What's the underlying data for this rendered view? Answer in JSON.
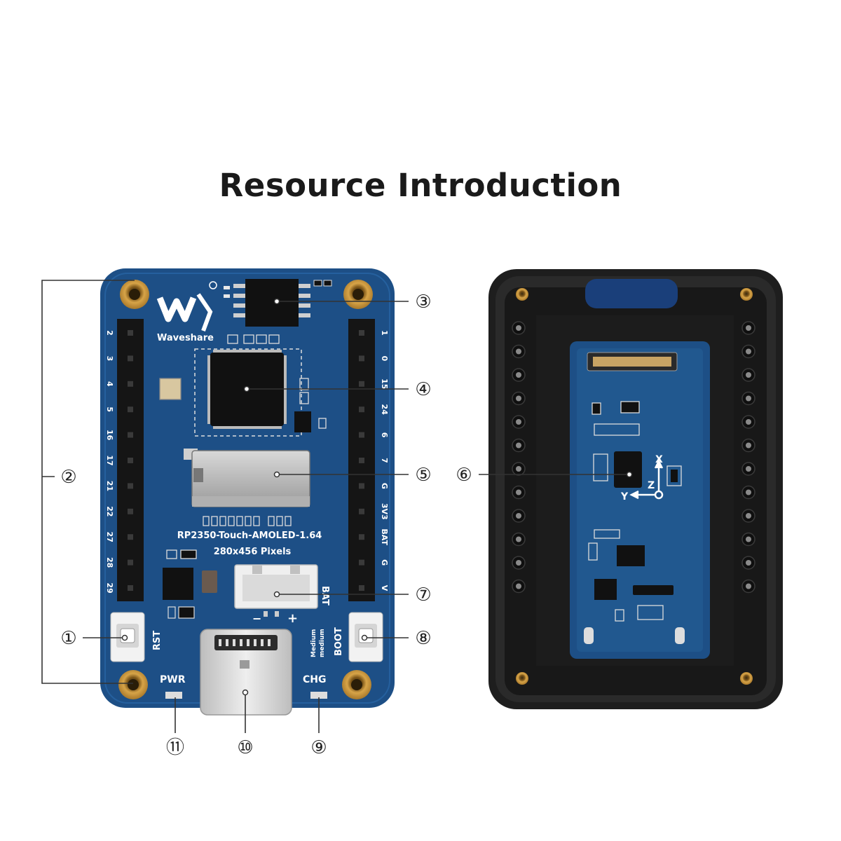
{
  "title": "Resource Introduction",
  "board": {
    "brand": "Waveshare",
    "model": "RP2350-Touch-AMOLED-1.64",
    "resolution": "280x456 Pixels",
    "left_pins": [
      "2",
      "3",
      "4",
      "5",
      "16",
      "17",
      "21",
      "22",
      "27",
      "28",
      "29"
    ],
    "right_pins": [
      "1",
      "0",
      "15",
      "24",
      "6",
      "7",
      "G",
      "3V3",
      "BAT",
      "G",
      "V"
    ],
    "labels": {
      "rst": "RST",
      "boot": "BOOT",
      "pwr": "PWR",
      "chg": "CHG",
      "bat": "BAT",
      "minus": "−",
      "plus": "+",
      "medium1": "Medium",
      "medium2": "medium"
    },
    "imu_axes": {
      "x": "X",
      "y": "Y",
      "z": "Z"
    }
  },
  "callouts": [
    "①",
    "②",
    "③",
    "④",
    "⑤",
    "⑥",
    "⑦",
    "⑧",
    "⑨",
    "⑩",
    "⑪"
  ],
  "colors": {
    "pcb": "#1d4f86",
    "pcb_dark": "#16406f",
    "gold": "#c9953a",
    "case": "#202020"
  }
}
